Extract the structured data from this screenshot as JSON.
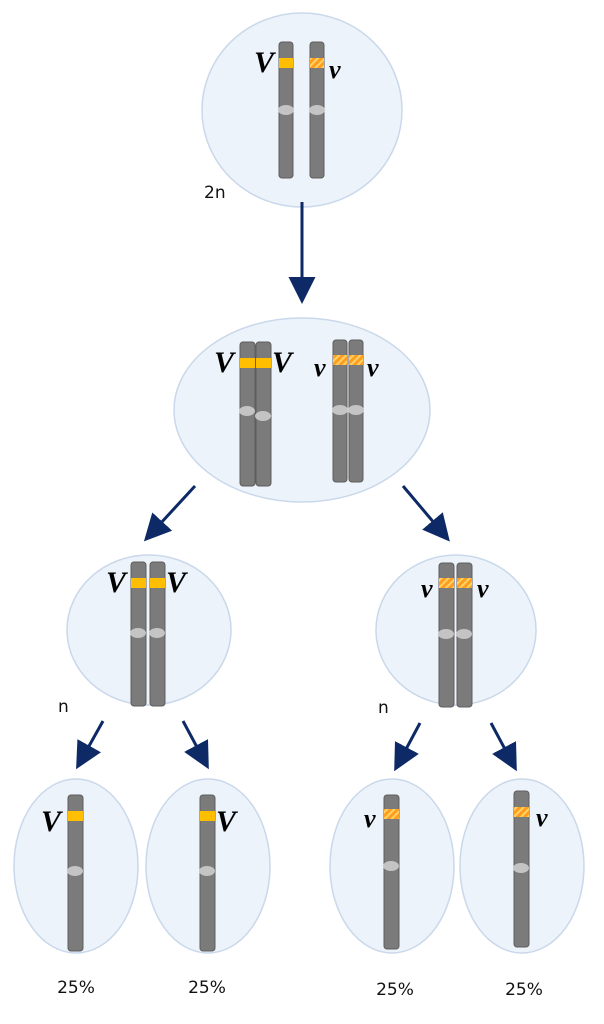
{
  "colors": {
    "cell_fill": "#edf3fb",
    "cell_stroke": "#c9d8ea",
    "chromosome": "#7b7b7b",
    "chromosome_stroke": "#5e5e5e",
    "centromere": "#c4c4c4",
    "dominant_band": "#ffbf00",
    "recessive_band": "#ff9d1c",
    "recessive_stripe": "#ffd36a",
    "arrow": "#0d2a66"
  },
  "labels": {
    "allele_dominant": "V",
    "allele_recessive": "v",
    "ploidy_diploid": "2n",
    "ploidy_haploid_left": "n",
    "ploidy_haploid_right": "n",
    "gamete_1_percent": "25%",
    "gamete_2_percent": "25%",
    "gamete_3_percent": "25%",
    "gamete_4_percent": "25%"
  }
}
